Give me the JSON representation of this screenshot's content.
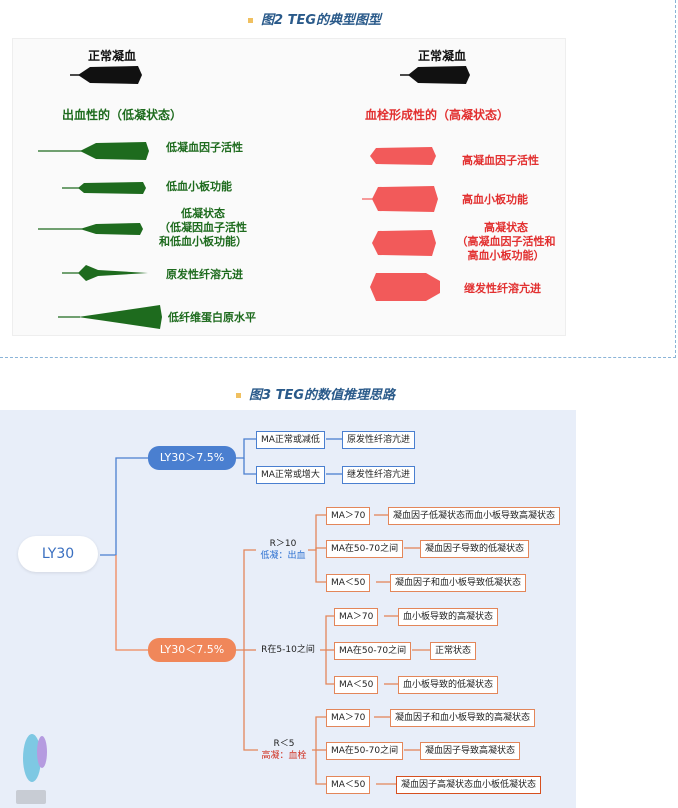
{
  "fig2": {
    "caption": "图2 TEG的典型图型",
    "left": {
      "title": "正常凝血",
      "heading": "出血性的（低凝状态）",
      "labels": [
        "低凝血因子活性",
        "低血小板功能",
        "低凝状态",
        "（低凝因血子活性",
        "和低血小板功能）",
        "原发性纤溶亢进",
        "低纤维蛋白原水平"
      ]
    },
    "right": {
      "title": "正常凝血",
      "heading": "血栓形成性的（高凝状态）",
      "labels": [
        "高凝血因子活性",
        "高血小板功能",
        "高凝状态",
        "（高凝血因子活性和",
        "高血小板功能）",
        "继发性纤溶亢进"
      ]
    },
    "colors": {
      "normal": "#111111",
      "low": "#1e6b1e",
      "high": "#f25a5a"
    }
  },
  "fig3": {
    "caption": "图3 TEG的数值推理思路",
    "root": "LY30",
    "ly_high": "LY30＞7.5%",
    "ly_low": "LY30＜7.5%",
    "ma_normal_low": "MA正常或减低",
    "ma_normal_high": "MA正常或增大",
    "primary_fib": "原发性纤溶亢进",
    "secondary_fib": "继发性纤溶亢进",
    "r_high": "R＞10",
    "r_high_sub": "低凝：出血",
    "r_mid": "R在5-10之间",
    "r_low": "R＜5",
    "r_low_sub": "高凝：血栓",
    "g1": {
      "ma1": "MA＞70",
      "res1": "凝血因子低凝状态而血小板导致高凝状态",
      "ma2": "MA在50-70之间",
      "res2": "凝血因子导致的低凝状态",
      "ma3": "MA＜50",
      "res3": "凝血因子和血小板导致低凝状态"
    },
    "g2": {
      "ma1": "MA＞70",
      "res1": "血小板导致的高凝状态",
      "ma2": "MA在50-70之间",
      "res2": "正常状态",
      "ma3": "MA＜50",
      "res3": "血小板导致的低凝状态"
    },
    "g3": {
      "ma1": "MA＞70",
      "res1": "凝血因子和血小板导致的高凝状态",
      "ma2": "MA在50-70之间",
      "res2": "凝血因子导致高凝状态",
      "ma3": "MA＜50",
      "res3": "凝血因子高凝状态血小板低凝状态"
    },
    "colors": {
      "blue": "#4a7fd0",
      "orange": "#f0875a",
      "line": "#e3865a"
    }
  }
}
